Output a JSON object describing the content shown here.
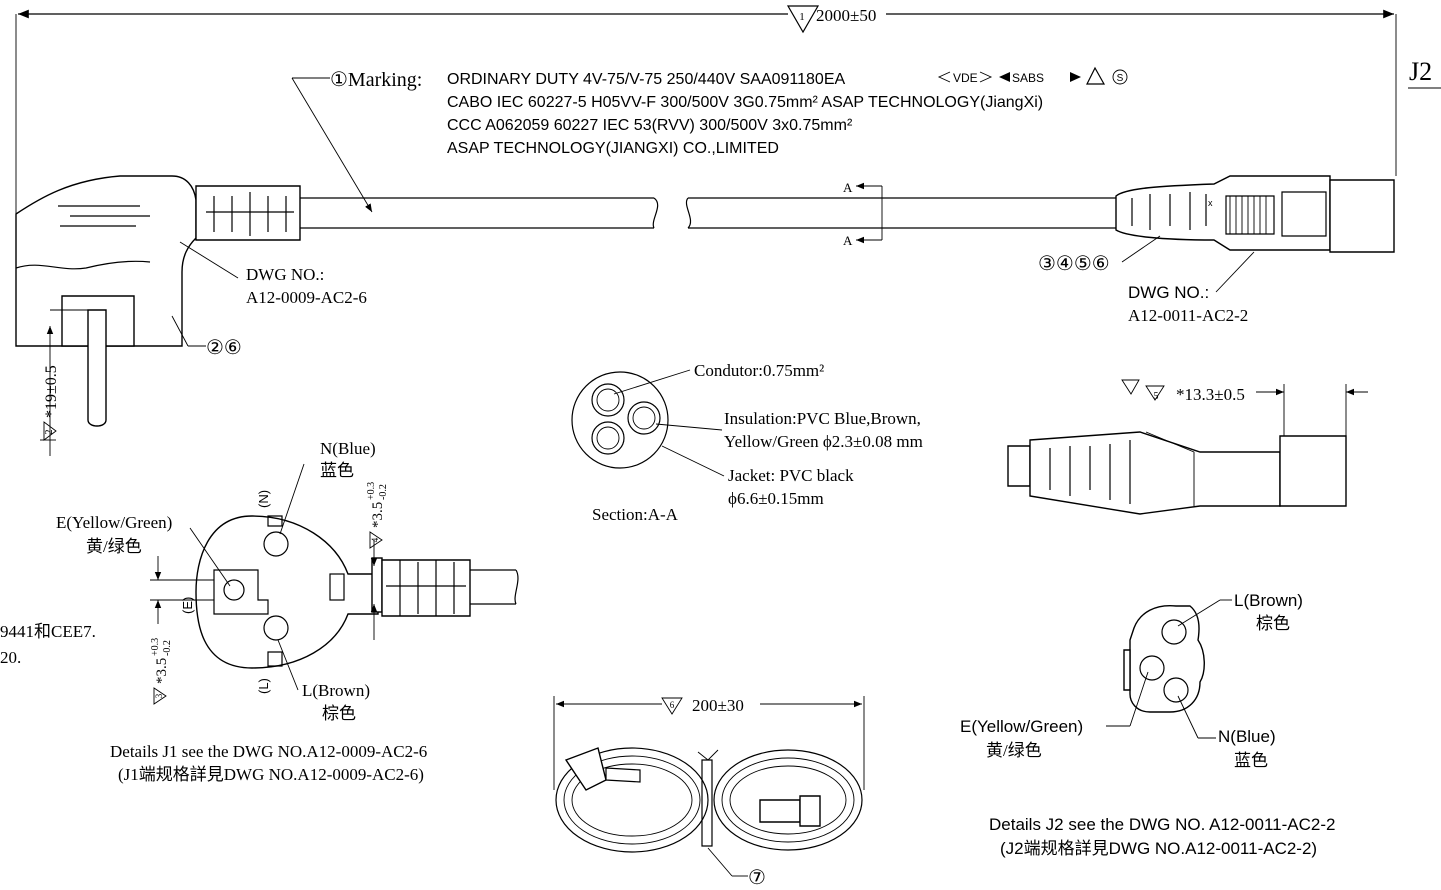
{
  "overall_length": {
    "tri": "1",
    "text": "2000±50"
  },
  "connector_id": "J2",
  "marking": {
    "label": "①Marking:",
    "lines": [
      "ORDINARY DUTY 4V-75/V-75 250/440V  SAA091180EA",
      "CABO IEC 60227-5 H05VV-F 300/500V 3G0.75mm²  ASAP TECHNOLOGY(JiangXi)",
      "CCC  A062059  60227  IEC 53(RVV) 300/500V 3x0.75mm²",
      "ASAP TECHNOLOGY(JIANGXI) CO.,LIMITED"
    ],
    "cert_vde": "VDE",
    "cert_sabs": "SABS",
    "cert_s": "S"
  },
  "plug": {
    "dwg_label": "DWG NO.:",
    "dwg_no": "A12-0009-AC2-6",
    "callout": "②⑥",
    "dim_tri": "2",
    "dim_text": "*19±0.5"
  },
  "connector": {
    "callout": "③④⑤⑥",
    "dwg_label": "DWG NO.:",
    "dwg_no": "A12-0011-AC2-2",
    "section_a": "A"
  },
  "section": {
    "conductor": "Condutor:0.75mm²",
    "insulation_1": "Insulation:PVC  Blue,Brown,",
    "insulation_2": "Yellow/Green  ϕ2.3±0.08 mm",
    "jacket_1": "Jacket: PVC black",
    "jacket_2": "ϕ6.6±0.15mm",
    "title": "Section:A-A"
  },
  "connector_side": {
    "tri": "5",
    "text": "*13.3±0.5"
  },
  "j1_detail": {
    "n_en": "N(Blue)",
    "n_cn": "蓝色",
    "e_en": "E(Yellow/Green)",
    "e_cn": "黄/绿色",
    "l_en": "L(Brown)",
    "l_cn": "棕色",
    "n_mark": "(N)",
    "e_mark": "(E)",
    "l_mark": "(L)",
    "dim_tri_a": "4",
    "dim_a": "*3.5",
    "tol_a_up": "+0.3",
    "tol_a_dn": "-0.2",
    "dim_tri_b": "3",
    "dim_b": "*3.5",
    "tol_b_up": "+0.3",
    "tol_b_dn": "-0.2",
    "note_1": "Details J1 see the DWG NO.A12-0009-AC2-6",
    "note_2": "(J1端规格詳見DWG NO.A12-0009-AC2-6)"
  },
  "side_note": {
    "line_1": "9441和CEE7.",
    "line_2": "20."
  },
  "bundle": {
    "tri": "6",
    "text": "200±30",
    "callout": "⑦"
  },
  "j2_detail": {
    "l_en": "L(Brown)",
    "l_cn": "棕色",
    "e_en": "E(Yellow/Green)",
    "e_cn": "黄/绿色",
    "n_en": "N(Blue)",
    "n_cn": "蓝色",
    "note_1": "Details J2 see the DWG NO. A12-0011-AC2-2",
    "note_2": "(J2端规格詳見DWG NO.A12-0011-AC2-2)"
  }
}
